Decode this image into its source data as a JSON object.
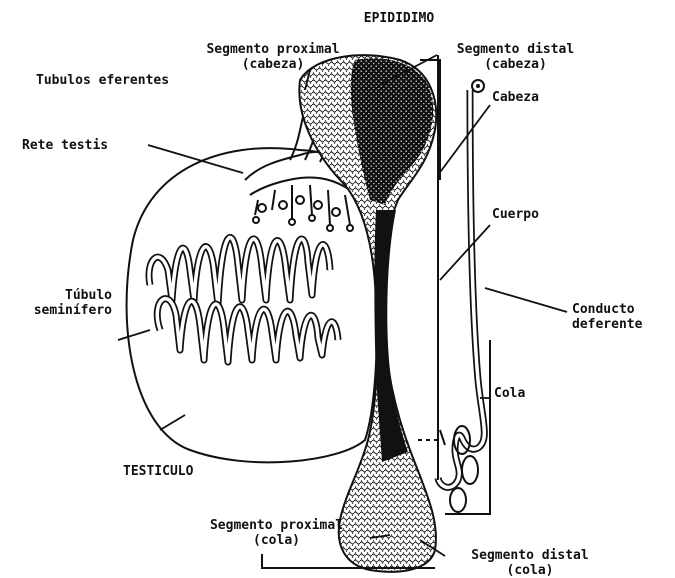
{
  "title": "EPIDIDIMO",
  "labels": {
    "seg_prox_head_1": "Segmento proximal",
    "seg_prox_head_2": "(cabeza)",
    "seg_dist_head_1": "Segmento distal",
    "seg_dist_head_2": "(cabeza)",
    "tubulos_eferentes": "Tubulos eferentes",
    "cabeza": "Cabeza",
    "rete_testis": "Rete testis",
    "cuerpo": "Cuerpo",
    "tubulo_semi_1": "Túbulo",
    "tubulo_semi_2": "seminífero",
    "conducto_def_1": "Conducto",
    "conducto_def_2": "deferente",
    "cola": "Cola",
    "testiculo": "TESTICULO",
    "seg_prox_cola_1": "Segmento proximal",
    "seg_prox_cola_2": "(cola)",
    "seg_dist_cola_1": "Segmento distal",
    "seg_dist_cola_2": "(cola)"
  },
  "colors": {
    "ink": "#111111",
    "background": "#ffffff"
  }
}
